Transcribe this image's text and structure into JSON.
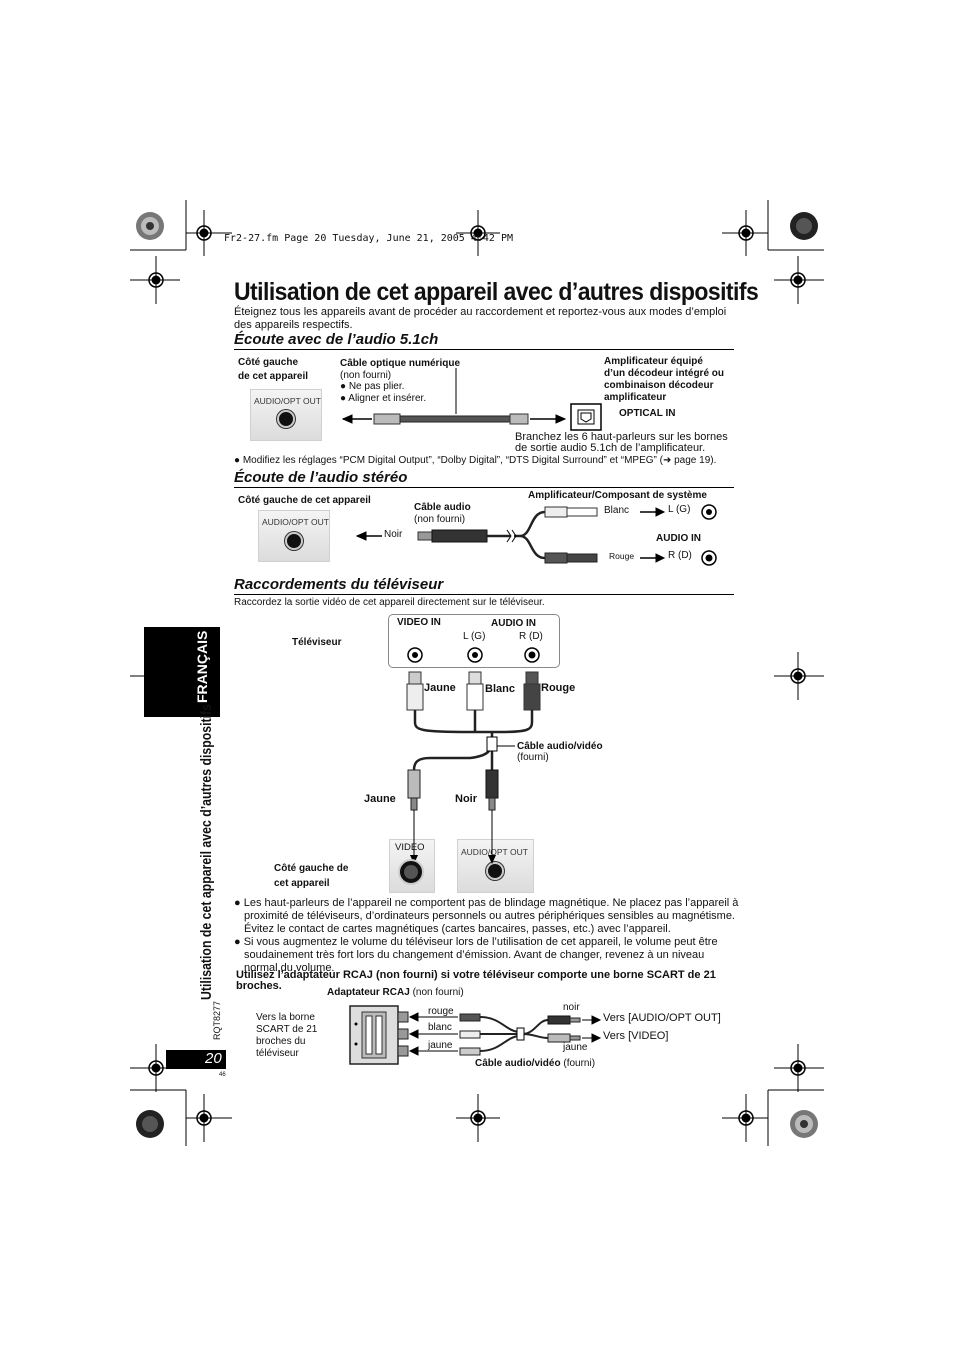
{
  "header": {
    "file_info": "Fr2-27.fm  Page 20  Tuesday, June 21, 2005  4:42 PM"
  },
  "title": "Utilisation de cet appareil avec d’autres dispositifs",
  "intro": "Éteignez tous les appareils avant de procéder au raccordement et reportez-vous aux modes d’emploi des appareils respectifs.",
  "section1": {
    "heading": "Écoute avec de l’audio 5.1ch",
    "left_label_1": "Côté gauche",
    "left_label_2": "de cet appareil",
    "jack_label": "AUDIO/OPT OUT",
    "cable_title": "Câble optique numérique",
    "cable_note": "(non fourni)",
    "bullet1": "Ne pas plier.",
    "bullet2": "Aligner et insérer.",
    "amp_label_1": "Amplificateur équipé",
    "amp_label_2": "d’un décodeur intégré ou",
    "amp_label_3": "combinaison décodeur",
    "amp_label_4": "amplificateur",
    "optical_in": "OPTICAL IN",
    "speaker_note_1": "Branchez les 6 haut-parleurs sur les bornes",
    "speaker_note_2": "de sortie audio 5.1ch de l’amplificateur.",
    "settings_note": "Modifiez les réglages “PCM Digital Output”, “Dolby Digital”, “DTS Digital Surround” et “MPEG” (➜ page 19)."
  },
  "section2": {
    "heading": "Écoute de l’audio stéréo",
    "left_label": "Côté gauche de cet appareil",
    "jack_label": "AUDIO/OPT OUT",
    "cable_title": "Câble audio",
    "cable_note": "(non fourni)",
    "noir": "Noir",
    "amp_label": "Amplificateur/Composant de système",
    "blanc": "Blanc",
    "rouge": "Rouge",
    "l_g": "L (G)",
    "r_d": "R (D)",
    "audio_in": "AUDIO IN"
  },
  "section3": {
    "heading": "Raccordements du téléviseur",
    "intro": "Raccordez la sortie vidéo de cet appareil directement sur le téléviseur.",
    "tv_label": "Téléviseur",
    "video_in": "VIDEO IN",
    "audio_in": "AUDIO IN",
    "l_g": "L (G)",
    "r_d": "R (D)",
    "jaune": "Jaune",
    "blanc": "Blanc",
    "rouge": "Rouge",
    "cable_title": "Câble audio/vidéo",
    "cable_note": "(fourni)",
    "jaune2": "Jaune",
    "noir": "Noir",
    "left_label_1": "Côté gauche de",
    "left_label_2": "cet appareil",
    "video_jack": "VIDEO",
    "audio_jack": "AUDIO/OPT OUT",
    "note1_1": "Les haut-parleurs de l’appareil ne comportent pas de blindage magnétique. Ne placez pas l’appareil à",
    "note1_2": "proximité de téléviseurs, d’ordinateurs personnels ou autres périphériques sensibles au magnétisme.",
    "note1_3": "Évitez le contact de cartes magnétiques (cartes bancaires, passes, etc.) avec l’appareil.",
    "note2_1": "Si vous augmentez le volume du téléviseur lors de l’utilisation de cet appareil, le volume peut être",
    "note2_2": "soudainement très fort lors du changement d’émission. Avant de changer, revenez à un niveau",
    "note2_3": "normal du volume.",
    "scart_1": "Utilisez l’adaptateur RCAJ (non fourni) si votre téléviseur comporte une borne SCART de 21",
    "scart_2": "broches."
  },
  "section4": {
    "adapter_title": "Adaptateur RCAJ",
    "adapter_note": "(non fourni)",
    "vers_1": "Vers la borne",
    "vers_2": "SCART de 21",
    "vers_3": "broches du",
    "vers_4": "téléviseur",
    "rouge": "rouge",
    "blanc": "blanc",
    "jaune": "jaune",
    "noir": "noir",
    "jaune2": "jaune",
    "to_audio": "Vers [AUDIO/OPT OUT]",
    "to_video": "Vers [VIDEO]",
    "cable_title": "Câble audio/vidéo",
    "cable_note": "(fourni)"
  },
  "sidebar": {
    "language": "FRANÇAIS",
    "chapter": "Utilisation de cet appareil avec d’autres dispositifs",
    "model": "RQT8277",
    "page": "20",
    "small": "46"
  }
}
